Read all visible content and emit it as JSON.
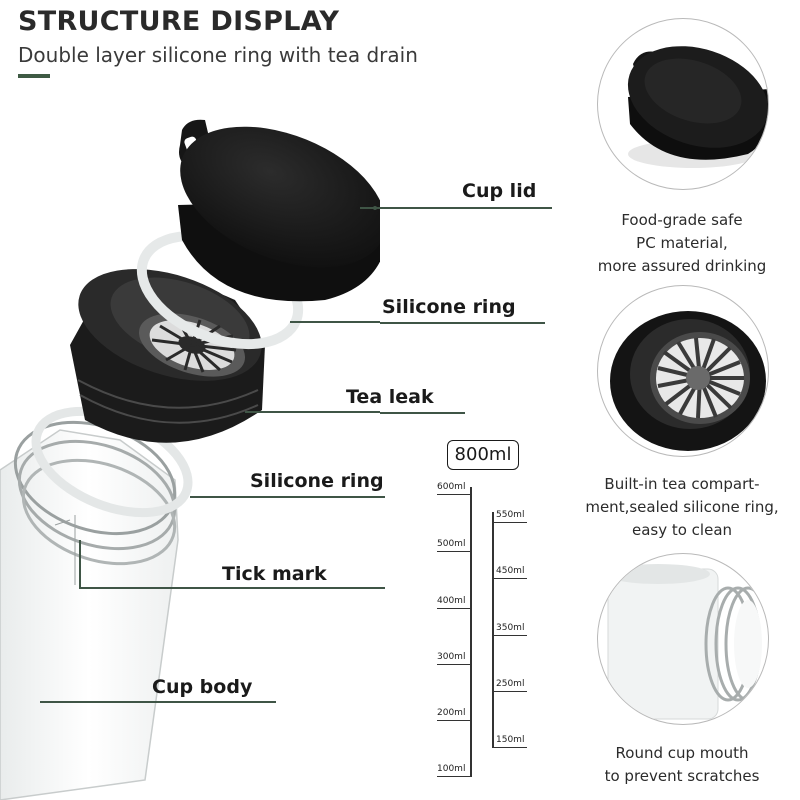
{
  "header": {
    "title": "STRUCTURE DISPLAY",
    "subtitle": "Double layer silicone ring with tea drain"
  },
  "parts": {
    "cup_lid": "Cup lid",
    "silicone_ring_1": "Silicone ring",
    "tea_leak": "Tea leak",
    "silicone_ring_2": "Silicone ring",
    "tick_mark": "Tick mark",
    "cup_body": "Cup body"
  },
  "capacity": "800ml",
  "scale": {
    "left": [
      "600ml",
      "500ml",
      "400ml",
      "300ml",
      "200ml",
      "100ml"
    ],
    "right": [
      "550ml",
      "450ml",
      "350ml",
      "250ml",
      "150ml"
    ]
  },
  "features": [
    {
      "lines": [
        "Food-grade safe",
        "PC material,",
        "more assured drinking"
      ]
    },
    {
      "lines": [
        "Built-in tea compart-",
        "ment,sealed silicone ring,",
        "easy to clean"
      ]
    },
    {
      "lines": [
        "Round cup mouth",
        "to prevent scratches"
      ]
    }
  ],
  "colors": {
    "accent": "#3e5a44",
    "lid": "#111111"
  }
}
